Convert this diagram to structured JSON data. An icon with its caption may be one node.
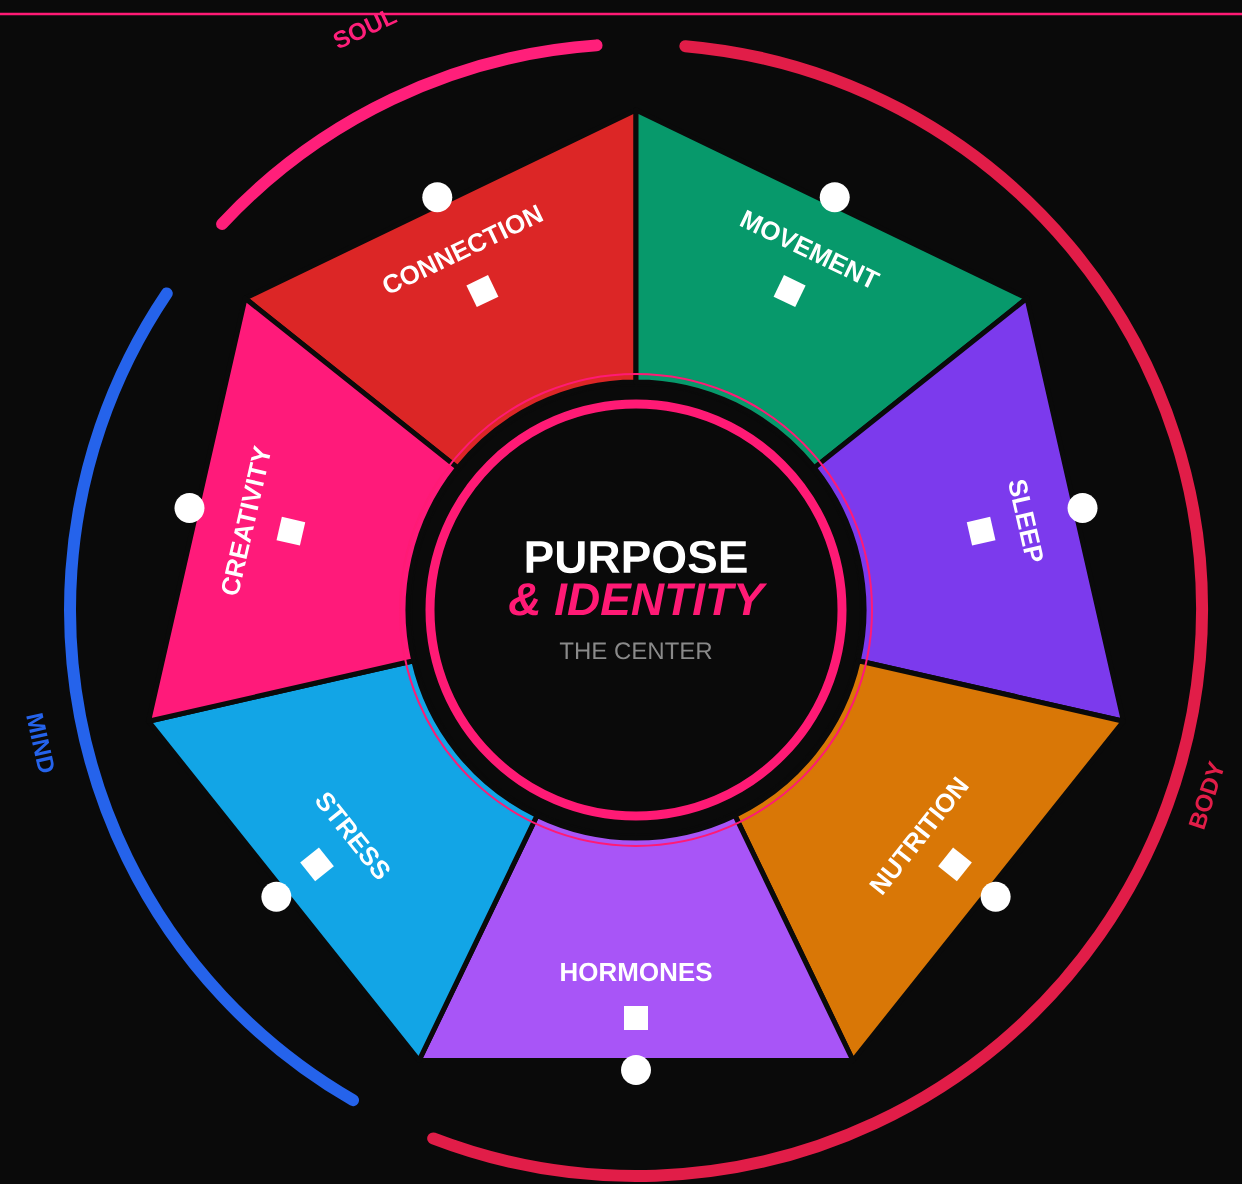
{
  "diagram": {
    "nodes": [
      {
        "text": [
          "CONNECTION"
        ]
      },
      {
        "text": [
          "MOVEMENT"
        ]
      },
      {
        "text": [
          "SLEEP"
        ]
      },
      {
        "text": [
          "NUTRITION"
        ]
      },
      {
        "text": [
          "HORMONES"
        ]
      },
      {
        "text": [
          "STRESS"
        ]
      },
      {
        "text": [
          "CREATIVITY"
        ]
      },
      {
        "text": [
          "PURPOSE",
          "& IDENTITY",
          "THE CENTER"
        ]
      }
    ],
    "labels": [
      "SOUL",
      "MIND",
      "BODY"
    ]
  }
}
